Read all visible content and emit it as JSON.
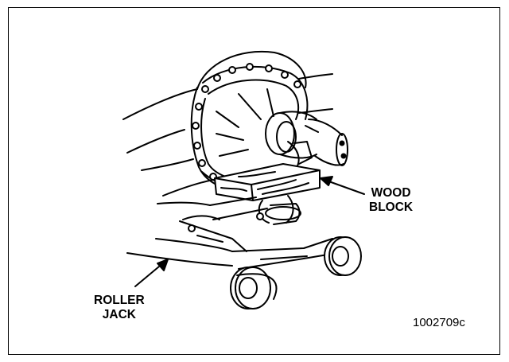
{
  "figure": {
    "callouts": {
      "wood_block": [
        "WOOD",
        "BLOCK"
      ],
      "roller_jack": [
        "ROLLER",
        "JACK"
      ]
    },
    "reference_number": "1002709c",
    "line_color": "#000000",
    "background_color": "#ffffff"
  }
}
